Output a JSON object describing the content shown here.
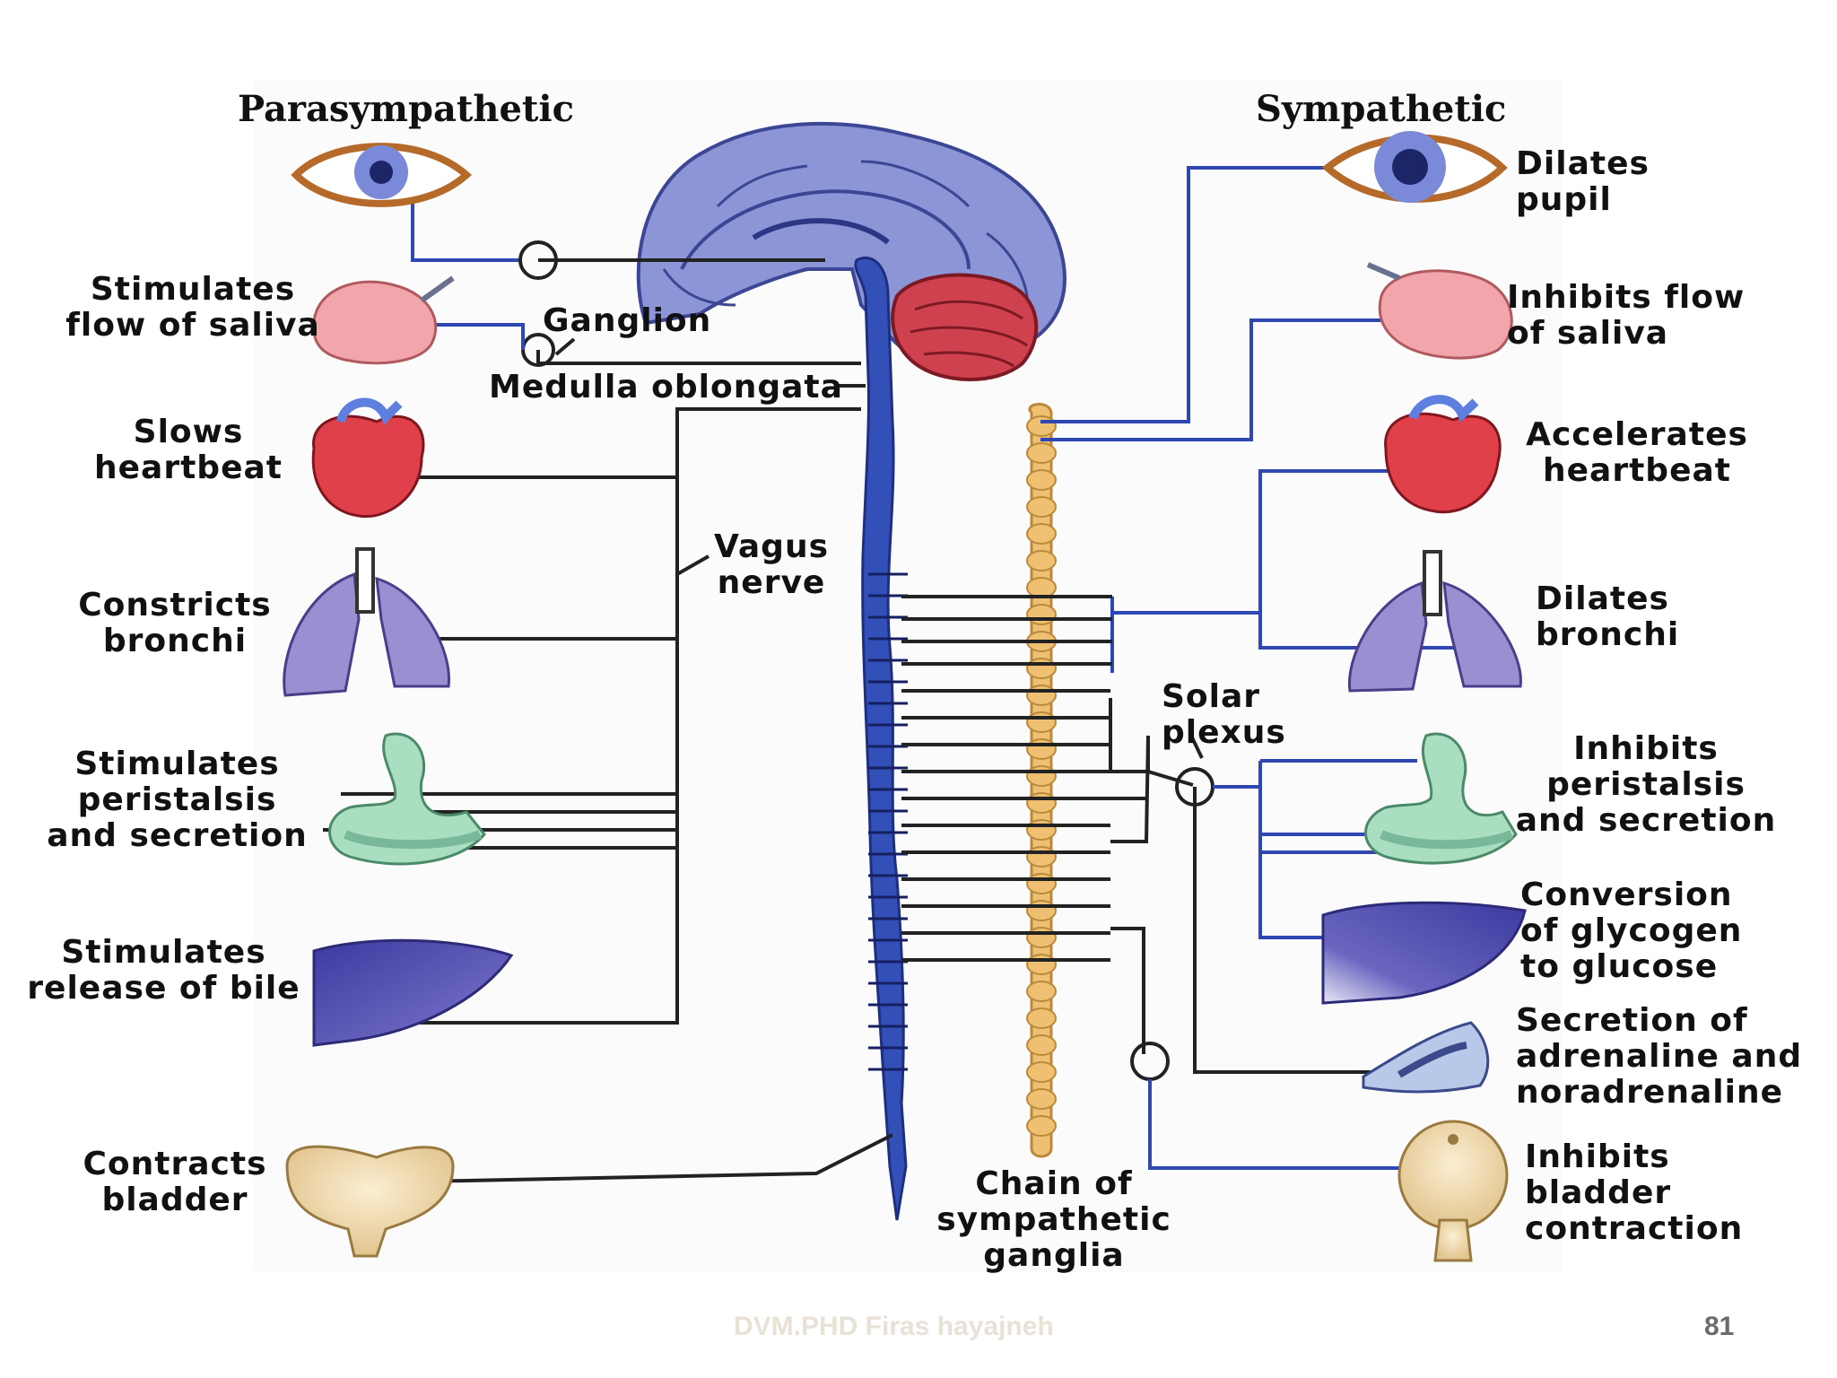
{
  "headings": {
    "left": "Parasympathetic",
    "right": "Sympathetic"
  },
  "center_labels": {
    "ganglion": "Ganglion",
    "medulla": "Medulla oblongata",
    "vagus_line1": "Vagus",
    "vagus_line2": "nerve",
    "solar_line1": "Solar",
    "solar_line2": "plexus",
    "chain_line1": "Chain of",
    "chain_line2": "sympathetic",
    "chain_line3": "ganglia"
  },
  "parasympathetic_effects": [
    {
      "organ": "salivary-gland",
      "lines": [
        "Stimulates",
        "flow of saliva"
      ]
    },
    {
      "organ": "heart",
      "lines": [
        "Slows",
        "heartbeat"
      ]
    },
    {
      "organ": "lungs",
      "lines": [
        "Constricts",
        "bronchi"
      ]
    },
    {
      "organ": "stomach",
      "lines": [
        "Stimulates",
        "peristalsis",
        "and secretion"
      ]
    },
    {
      "organ": "liver",
      "lines": [
        "Stimulates",
        "release of bile"
      ]
    },
    {
      "organ": "bladder",
      "lines": [
        "Contracts",
        "bladder"
      ]
    }
  ],
  "sympathetic_effects": [
    {
      "organ": "eye",
      "lines": [
        "Dilates",
        "pupil"
      ]
    },
    {
      "organ": "salivary-gland",
      "lines": [
        "Inhibits flow",
        "of saliva"
      ]
    },
    {
      "organ": "heart",
      "lines": [
        "Accelerates",
        "heartbeat"
      ]
    },
    {
      "organ": "lungs",
      "lines": [
        "Dilates",
        "bronchi"
      ]
    },
    {
      "organ": "stomach",
      "lines": [
        "Inhibits",
        "peristalsis",
        "and secretion"
      ]
    },
    {
      "organ": "liver",
      "lines": [
        "Conversion",
        "of glycogen",
        "to glucose"
      ]
    },
    {
      "organ": "adrenal-gland",
      "lines": [
        "Secretion of",
        "adrenaline and",
        "noradrenaline"
      ]
    },
    {
      "organ": "bladder",
      "lines": [
        "Inhibits",
        "bladder",
        "contraction"
      ]
    }
  ],
  "footer": {
    "author": "DVM.PHD Firas hayajneh",
    "page_number": "81"
  },
  "colors": {
    "brain": "#8c95d6",
    "cerebellum": "#d0414f",
    "spinal_cord": "#3350b8",
    "ganglia_chain": "#efbf72",
    "parasympathetic_line": "#222222",
    "sympathetic_line": "#2f47b0",
    "stomach": "#a9dfc0",
    "liver": "#4a45a8",
    "lung": "#9a8fd0",
    "heart": "#e0404a",
    "footer_text": "#e8e2d6"
  }
}
